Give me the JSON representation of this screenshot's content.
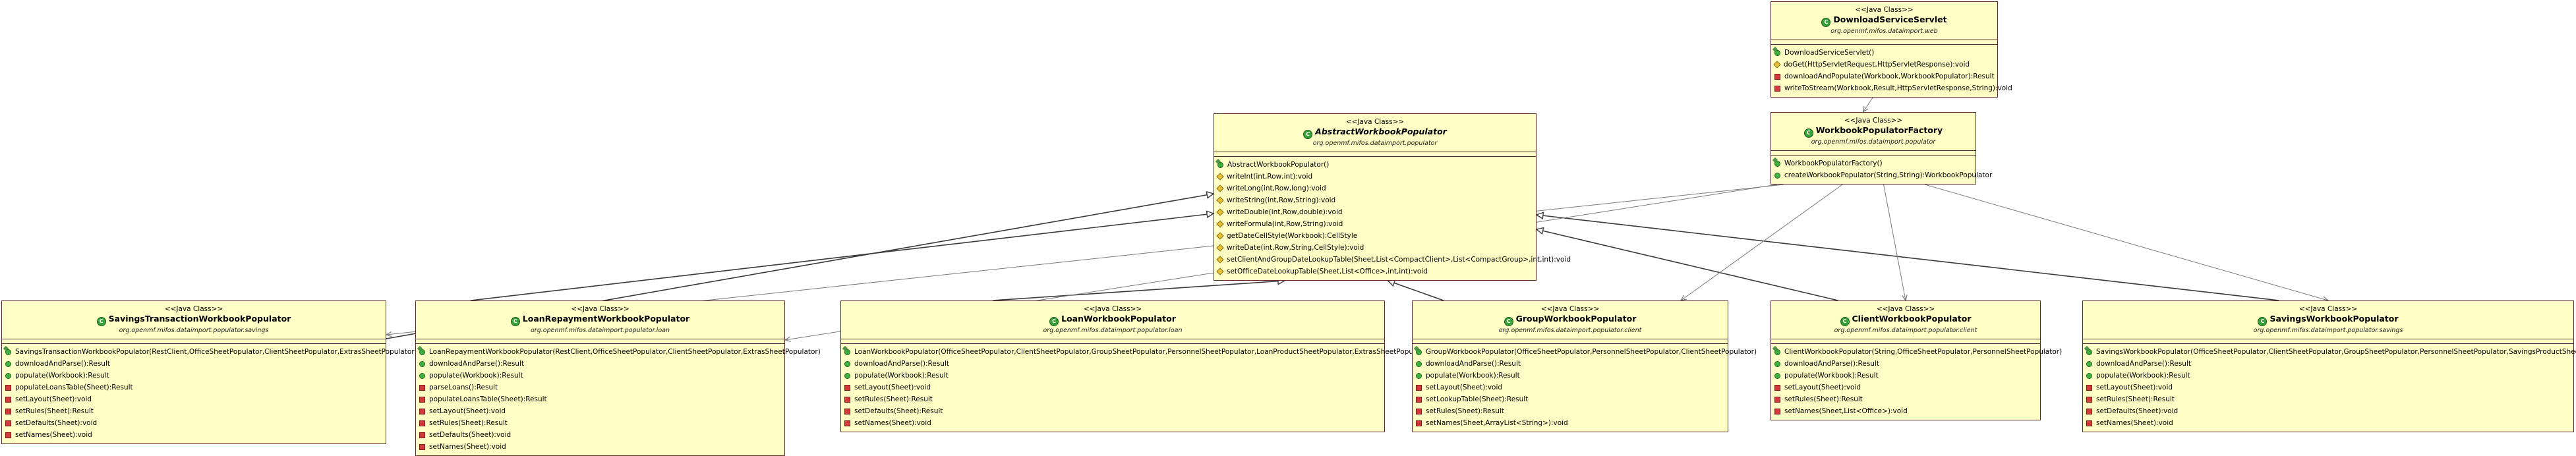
{
  "classes": [
    {
      "id": "dss",
      "stereotype": "<<Java Class>>",
      "name": "DownloadServiceServlet",
      "abstract": false,
      "package": "org.openmf.mifos.dataimport.web",
      "operations": [
        {
          "vis": "ctor",
          "sig": "DownloadServiceServlet()"
        },
        {
          "vis": "protected",
          "sig": "doGet(HttpServletRequest,HttpServletResponse):void"
        },
        {
          "vis": "private",
          "sig": "downloadAndPopulate(Workbook,WorkbookPopulator):Result"
        },
        {
          "vis": "private",
          "sig": "writeToStream(Workbook,Result,HttpServletResponse,String):void"
        }
      ]
    },
    {
      "id": "wpf",
      "stereotype": "<<Java Class>>",
      "name": "WorkbookPopulatorFactory",
      "abstract": false,
      "package": "org.openmf.mifos.dataimport.populator",
      "operations": [
        {
          "vis": "ctor",
          "sig": "WorkbookPopulatorFactory()"
        },
        {
          "vis": "public",
          "sig": "createWorkbookPopulator(String,String):WorkbookPopulator"
        }
      ]
    },
    {
      "id": "awp",
      "stereotype": "<<Java Class>>",
      "name": "AbstractWorkbookPopulator",
      "abstract": true,
      "package": "org.openmf.mifos.dataimport.populator",
      "operations": [
        {
          "vis": "ctor",
          "sig": "AbstractWorkbookPopulator()"
        },
        {
          "vis": "protected",
          "sig": "writeInt(int,Row,int):void"
        },
        {
          "vis": "protected",
          "sig": "writeLong(int,Row,long):void"
        },
        {
          "vis": "protected",
          "sig": "writeString(int,Row,String):void"
        },
        {
          "vis": "protected",
          "sig": "writeDouble(int,Row,double):void"
        },
        {
          "vis": "protected",
          "sig": "writeFormula(int,Row,String):void"
        },
        {
          "vis": "protected",
          "sig": "getDateCellStyle(Workbook):CellStyle"
        },
        {
          "vis": "protected",
          "sig": "writeDate(int,Row,String,CellStyle):void"
        },
        {
          "vis": "protected",
          "sig": "setClientAndGroupDateLookupTable(Sheet,List<CompactClient>,List<CompactGroup>,int,int):void"
        },
        {
          "vis": "protected",
          "sig": "setOfficeDateLookupTable(Sheet,List<Office>,int,int):void"
        }
      ]
    },
    {
      "id": "stwp",
      "stereotype": "<<Java Class>>",
      "name": "SavingsTransactionWorkbookPopulator",
      "abstract": false,
      "package": "org.openmf.mifos.dataimport.populator.savings",
      "operations": [
        {
          "vis": "ctor",
          "sig": "SavingsTransactionWorkbookPopulator(RestClient,OfficeSheetPopulator,ClientSheetPopulator,ExtrasSheetPopulator)"
        },
        {
          "vis": "public",
          "sig": "downloadAndParse():Result"
        },
        {
          "vis": "public",
          "sig": "populate(Workbook):Result"
        },
        {
          "vis": "private",
          "sig": "populateLoansTable(Sheet):Result"
        },
        {
          "vis": "private",
          "sig": "setLayout(Sheet):void"
        },
        {
          "vis": "private",
          "sig": "setRules(Sheet):Result"
        },
        {
          "vis": "private",
          "sig": "setDefaults(Sheet):void"
        },
        {
          "vis": "private",
          "sig": "setNames(Sheet):void"
        }
      ]
    },
    {
      "id": "lrwp",
      "stereotype": "<<Java Class>>",
      "name": "LoanRepaymentWorkbookPopulator",
      "abstract": false,
      "package": "org.openmf.mifos.dataimport.populator.loan",
      "operations": [
        {
          "vis": "ctor",
          "sig": "LoanRepaymentWorkbookPopulator(RestClient,OfficeSheetPopulator,ClientSheetPopulator,ExtrasSheetPopulator)"
        },
        {
          "vis": "public",
          "sig": "downloadAndParse():Result"
        },
        {
          "vis": "public",
          "sig": "populate(Workbook):Result"
        },
        {
          "vis": "private",
          "sig": "parseLoans():Result"
        },
        {
          "vis": "private",
          "sig": "populateLoansTable(Sheet):Result"
        },
        {
          "vis": "private",
          "sig": "setLayout(Sheet):void"
        },
        {
          "vis": "private",
          "sig": "setRules(Sheet):Result"
        },
        {
          "vis": "private",
          "sig": "setDefaults(Sheet):void"
        },
        {
          "vis": "private",
          "sig": "setNames(Sheet):void"
        }
      ]
    },
    {
      "id": "lwp",
      "stereotype": "<<Java Class>>",
      "name": "LoanWorkbookPopulator",
      "abstract": false,
      "package": "org.openmf.mifos.dataimport.populator.loan",
      "operations": [
        {
          "vis": "ctor",
          "sig": "LoanWorkbookPopulator(OfficeSheetPopulator,ClientSheetPopulator,GroupSheetPopulator,PersonnelSheetPopulator,LoanProductSheetPopulator,ExtrasSheetPopulator)"
        },
        {
          "vis": "public",
          "sig": "downloadAndParse():Result"
        },
        {
          "vis": "public",
          "sig": "populate(Workbook):Result"
        },
        {
          "vis": "private",
          "sig": "setLayout(Sheet):void"
        },
        {
          "vis": "private",
          "sig": "setRules(Sheet):Result"
        },
        {
          "vis": "private",
          "sig": "setDefaults(Sheet):Result"
        },
        {
          "vis": "private",
          "sig": "setNames(Sheet):void"
        }
      ]
    },
    {
      "id": "gwp",
      "stereotype": "<<Java Class>>",
      "name": "GroupWorkbookPopulator",
      "abstract": false,
      "package": "org.openmf.mifos.dataimport.populator.client",
      "operations": [
        {
          "vis": "ctor",
          "sig": "GroupWorkbookPopulator(OfficeSheetPopulator,PersonnelSheetPopulator,ClientSheetPopulator)"
        },
        {
          "vis": "public",
          "sig": "downloadAndParse():Result"
        },
        {
          "vis": "public",
          "sig": "populate(Workbook):Result"
        },
        {
          "vis": "private",
          "sig": "setLayout(Sheet):void"
        },
        {
          "vis": "private",
          "sig": "setLookupTable(Sheet):Result"
        },
        {
          "vis": "private",
          "sig": "setRules(Sheet):Result"
        },
        {
          "vis": "private",
          "sig": "setNames(Sheet,ArrayList<String>):void"
        }
      ]
    },
    {
      "id": "cwp",
      "stereotype": "<<Java Class>>",
      "name": "ClientWorkbookPopulator",
      "abstract": false,
      "package": "org.openmf.mifos.dataimport.populator.client",
      "operations": [
        {
          "vis": "ctor",
          "sig": "ClientWorkbookPopulator(String,OfficeSheetPopulator,PersonnelSheetPopulator)"
        },
        {
          "vis": "public",
          "sig": "downloadAndParse():Result"
        },
        {
          "vis": "public",
          "sig": "populate(Workbook):Result"
        },
        {
          "vis": "private",
          "sig": "setLayout(Sheet):void"
        },
        {
          "vis": "private",
          "sig": "setRules(Sheet):Result"
        },
        {
          "vis": "private",
          "sig": "setNames(Sheet,List<Office>):void"
        }
      ]
    },
    {
      "id": "swp",
      "stereotype": "<<Java Class>>",
      "name": "SavingsWorkbookPopulator",
      "abstract": false,
      "package": "org.openmf.mifos.dataimport.populator.savings",
      "operations": [
        {
          "vis": "ctor",
          "sig": "SavingsWorkbookPopulator(OfficeSheetPopulator,ClientSheetPopulator,GroupSheetPopulator,PersonnelSheetPopulator,SavingsProductSheetPopulator)"
        },
        {
          "vis": "public",
          "sig": "downloadAndParse():Result"
        },
        {
          "vis": "public",
          "sig": "populate(Workbook):Result"
        },
        {
          "vis": "private",
          "sig": "setLayout(Sheet):void"
        },
        {
          "vis": "private",
          "sig": "setRules(Sheet):Result"
        },
        {
          "vis": "private",
          "sig": "setDefaults(Sheet):void"
        },
        {
          "vis": "private",
          "sig": "setNames(Sheet):void"
        }
      ]
    }
  ],
  "relations": [
    {
      "type": "dependency",
      "from": "dss",
      "to": "wpf"
    },
    {
      "type": "generalization",
      "from": "stwp",
      "to": "awp"
    },
    {
      "type": "generalization",
      "from": "lrwp",
      "to": "awp"
    },
    {
      "type": "generalization",
      "from": "lwp",
      "to": "awp"
    },
    {
      "type": "generalization",
      "from": "gwp",
      "to": "awp"
    },
    {
      "type": "generalization",
      "from": "cwp",
      "to": "awp"
    },
    {
      "type": "generalization",
      "from": "swp",
      "to": "awp"
    },
    {
      "type": "dependency",
      "from": "wpf",
      "to": "stwp"
    },
    {
      "type": "dependency",
      "from": "wpf",
      "to": "lrwp"
    },
    {
      "type": "dependency",
      "from": "wpf",
      "to": "gwp"
    },
    {
      "type": "dependency",
      "from": "wpf",
      "to": "cwp"
    },
    {
      "type": "dependency",
      "from": "wpf",
      "to": "swp"
    }
  ]
}
